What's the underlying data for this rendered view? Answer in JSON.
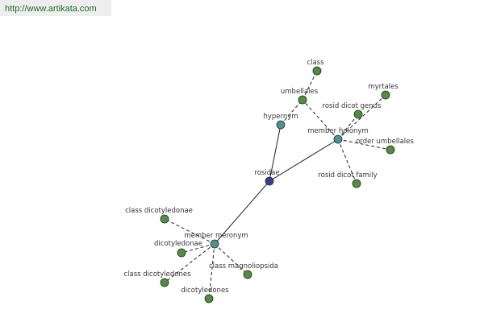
{
  "source_url": "http://www.artikata.com",
  "colors": {
    "center": "#333e8e",
    "relation": "#4a9494",
    "leaf": "#4f8f3f",
    "edge": "#222222",
    "link_text": "#1e6e1e"
  },
  "nodes": [
    {
      "id": "rosidae",
      "label": "rosidae",
      "kind": "center"
    },
    {
      "id": "hypernym",
      "label": "hypernym",
      "kind": "relation"
    },
    {
      "id": "member-holonym",
      "label": "member holonym",
      "kind": "relation"
    },
    {
      "id": "member-meronym",
      "label": "member meronym",
      "kind": "relation"
    },
    {
      "id": "umbellales",
      "label": "umbellales",
      "kind": "leaf"
    },
    {
      "id": "class",
      "label": "class",
      "kind": "leaf"
    },
    {
      "id": "myrtales",
      "label": "myrtales",
      "kind": "leaf"
    },
    {
      "id": "rosid-dicot-genus",
      "label": "rosid dicot genus",
      "kind": "leaf"
    },
    {
      "id": "order-umbellales",
      "label": "order umbellales",
      "kind": "leaf"
    },
    {
      "id": "rosid-dicot-family",
      "label": "rosid dicot family",
      "kind": "leaf"
    },
    {
      "id": "class-dicotyledonae",
      "label": "class dicotyledonae",
      "kind": "leaf"
    },
    {
      "id": "dicotyledonae",
      "label": "dicotyledonae",
      "kind": "leaf"
    },
    {
      "id": "class-dicotyledones",
      "label": "class dicotyledones",
      "kind": "leaf"
    },
    {
      "id": "dicotyledones",
      "label": "dicotyledones",
      "kind": "leaf"
    },
    {
      "id": "class-magnoliopsida",
      "label": "class magnoliopsida",
      "kind": "leaf"
    }
  ],
  "edges": [
    {
      "from": "rosidae",
      "to": "hypernym",
      "style": "solid"
    },
    {
      "from": "rosidae",
      "to": "member-holonym",
      "style": "solid"
    },
    {
      "from": "rosidae",
      "to": "member-meronym",
      "style": "solid"
    },
    {
      "from": "hypernym",
      "to": "umbellales",
      "style": "dashed"
    },
    {
      "from": "umbellales",
      "to": "class",
      "style": "dashed"
    },
    {
      "from": "member-holonym",
      "to": "umbellales",
      "style": "dashed"
    },
    {
      "from": "member-holonym",
      "to": "myrtales",
      "style": "dashed"
    },
    {
      "from": "member-holonym",
      "to": "rosid-dicot-genus",
      "style": "dashed"
    },
    {
      "from": "member-holonym",
      "to": "order-umbellales",
      "style": "dashed"
    },
    {
      "from": "member-holonym",
      "to": "rosid-dicot-family",
      "style": "dashed"
    },
    {
      "from": "member-meronym",
      "to": "class-dicotyledonae",
      "style": "dashed"
    },
    {
      "from": "member-meronym",
      "to": "dicotyledonae",
      "style": "dashed"
    },
    {
      "from": "member-meronym",
      "to": "class-dicotyledones",
      "style": "dashed"
    },
    {
      "from": "member-meronym",
      "to": "dicotyledones",
      "style": "dashed"
    },
    {
      "from": "member-meronym",
      "to": "class-magnoliopsida",
      "style": "dashed"
    }
  ]
}
